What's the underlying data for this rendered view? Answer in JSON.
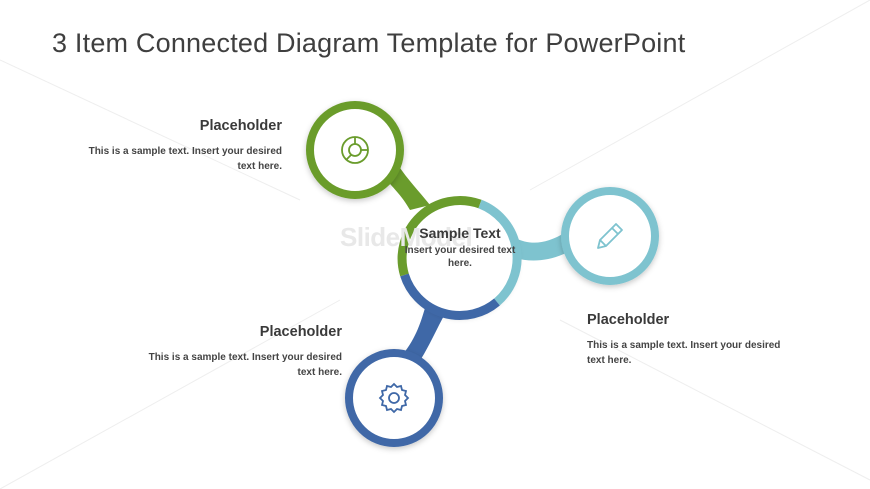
{
  "title": "3 Item Connected Diagram Template for PowerPoint",
  "watermark": "SlideModel",
  "center": {
    "heading": "Sample Text",
    "body": "Insert your desired text here."
  },
  "items": [
    {
      "heading": "Placeholder",
      "body_line1": "This is a sample text. Insert your desired",
      "body_line2": "text here.",
      "icon": "pie-chart-icon",
      "color": "#6a9c2c"
    },
    {
      "heading": "Placeholder",
      "body_line1": "This is a sample text. Insert your desired",
      "body_line2": "text here.",
      "icon": "pencil-icon",
      "color": "#7ec3cf"
    },
    {
      "heading": "Placeholder",
      "body_line1": "This is a sample text. Insert your desired",
      "body_line2": "text here.",
      "icon": "gear-icon",
      "color": "#3f68a7"
    }
  ],
  "colors": {
    "green": "#6a9c2c",
    "teal": "#7ec3cf",
    "blue": "#3f68a7",
    "title_text": "#3f3f3f"
  }
}
